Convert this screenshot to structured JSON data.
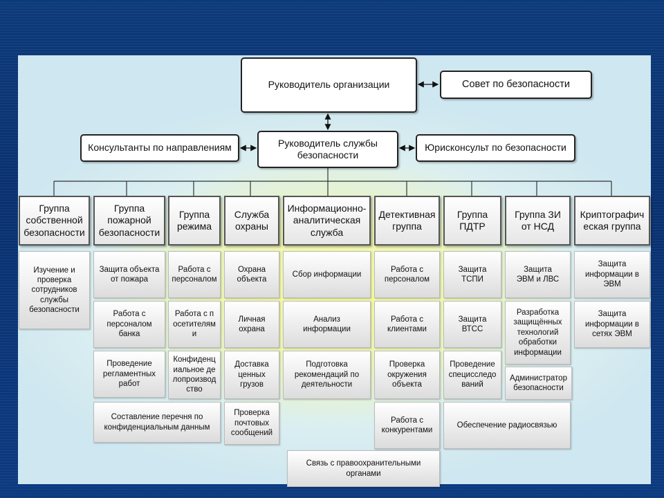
{
  "top": {
    "head_of_org": "Руководитель организации",
    "security_council": "Совет по безопасности",
    "security_head": "Руководитель службы безопасности",
    "consultants": "Консультанты по направлениям",
    "legal": "Юрисконсульт по безопасности"
  },
  "departments": [
    {
      "title": "Группа собственной безопасности",
      "tasks": [
        "Изучение и проверка сотрудников службы безопасности"
      ]
    },
    {
      "title": "Группа пожарной безопасности",
      "tasks": [
        "Защита объекта от пожара",
        "Работа с персоналом банка",
        "Проведение регламентных работ",
        "Составление перечня по конфиденциальным данным"
      ]
    },
    {
      "title": "Группа режима",
      "tasks": [
        "Работа с персоналом",
        "Работа с посетителями",
        "Конфиденциальное делопроизводство"
      ]
    },
    {
      "title": "Служба охраны",
      "tasks": [
        "Охрана объекта",
        "Личная охрана",
        "Доставка ценных грузов",
        "Проверка почтовых сообщений"
      ]
    },
    {
      "title": "Информационно-аналитическая служба",
      "tasks": [
        "Сбор информации",
        "Анализ информации",
        "Подготовка рекомендаций по деятельности",
        "Связь с правоохранительными органами"
      ]
    },
    {
      "title": "Детективная группа",
      "tasks": [
        "Работа с персоналом",
        "Работа с клиентами",
        "Проверка окружения объекта",
        "Работа с конкурентами"
      ]
    },
    {
      "title": "Группа ПДТР",
      "tasks": [
        "Защита ТСПИ",
        "Защита ВТСС",
        "Проведение специсследований",
        "Обеспечение радиосвязью"
      ]
    },
    {
      "title": "Группа ЗИ от НСД",
      "tasks": [
        "Защита ЭВМ и ЛВС",
        "Разработка защищённых технологий обработки информации",
        "Администратор безопасности"
      ]
    },
    {
      "title": "Криптографическая группа",
      "tasks": [
        "Защита информации в ЭВМ",
        "Защита информации в сетях ЭВМ"
      ]
    }
  ]
}
